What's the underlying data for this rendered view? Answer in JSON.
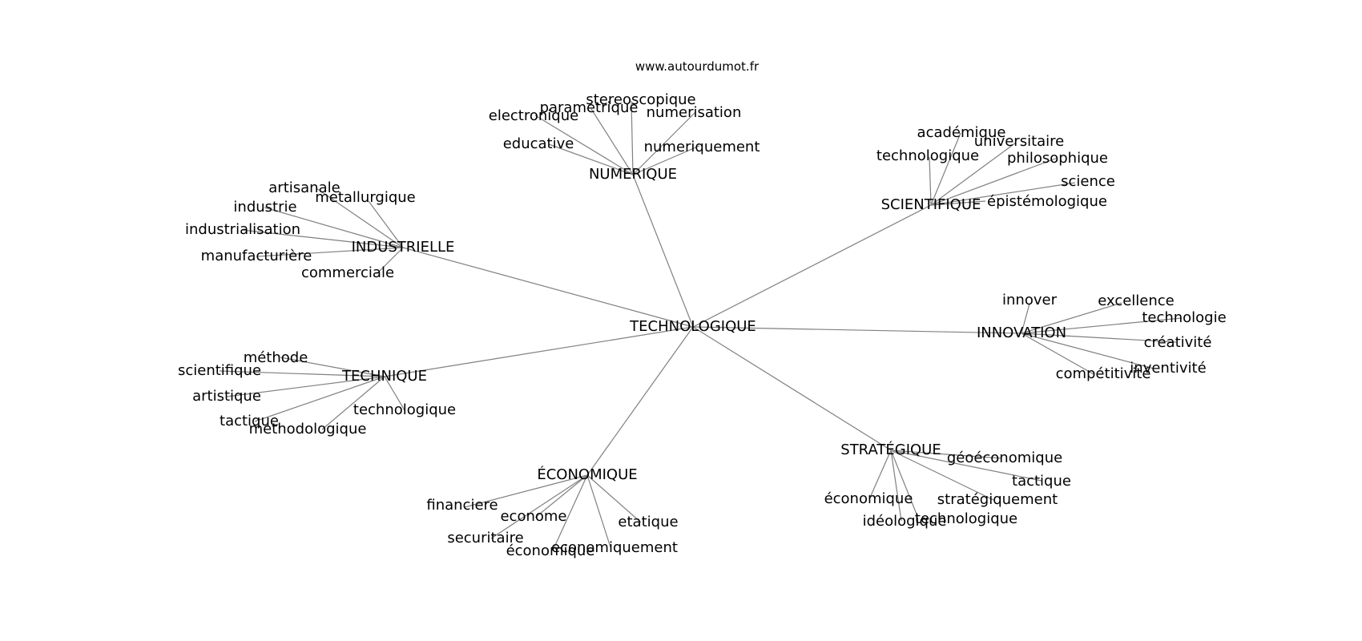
{
  "watermark": "www.autourdumot.fr",
  "graph": {
    "root": "TECHNOLOGIQUE",
    "branches": [
      {
        "label": "NUMERIQUE",
        "leaves": [
          "stereoscopique",
          "parametrique",
          "numerisation",
          "electronique",
          "educative",
          "numeriquement"
        ]
      },
      {
        "label": "SCIENTIFIQUE",
        "leaves": [
          "académique",
          "universitaire",
          "technologique",
          "philosophique",
          "science",
          "épistémologique"
        ]
      },
      {
        "label": "INDUSTRIELLE",
        "leaves": [
          "artisanale",
          "metallurgique",
          "industrie",
          "industrialisation",
          "manufacturière",
          "commerciale"
        ]
      },
      {
        "label": "INNOVATION",
        "leaves": [
          "innover",
          "excellence",
          "technologie",
          "créativité",
          "inventivité",
          "compétitivité"
        ]
      },
      {
        "label": "TECHNIQUE",
        "leaves": [
          "méthode",
          "scientifique",
          "artistique",
          "tactique",
          "methodologique",
          "technologique"
        ]
      },
      {
        "label": "STRATÉGIQUE",
        "leaves": [
          "géoéconomique",
          "tactique",
          "stratégiquement",
          "technologique",
          "économique",
          "idéologique"
        ]
      },
      {
        "label": "ÉCONOMIQUE",
        "leaves": [
          "financiere",
          "econome",
          "etatique",
          "securitaire",
          "economiquement",
          "économique"
        ]
      }
    ]
  }
}
